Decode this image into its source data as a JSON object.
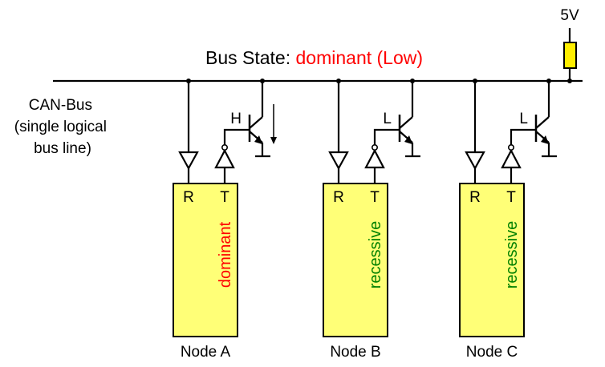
{
  "title": {
    "prefix": "Bus State: ",
    "state": "dominant (Low)",
    "state_color": "#ff0000"
  },
  "supply": {
    "label": "5V",
    "resistor_color": "#ffee00"
  },
  "bus": {
    "label_lines": [
      "CAN-Bus",
      "(single logical",
      "bus line)"
    ]
  },
  "nodes": [
    {
      "name": "Node A",
      "rx_label": "R",
      "tx_label": "T",
      "tx_level": "H",
      "state": "dominant",
      "state_color": "#ff0000",
      "current_arrow": true
    },
    {
      "name": "Node B",
      "rx_label": "R",
      "tx_label": "T",
      "tx_level": "L",
      "state": "recessive",
      "state_color": "#008000",
      "current_arrow": false
    },
    {
      "name": "Node C",
      "rx_label": "R",
      "tx_label": "T",
      "tx_level": "L",
      "state": "recessive",
      "state_color": "#008000",
      "current_arrow": false
    }
  ],
  "colors": {
    "node_fill": "#ffff77",
    "line": "#000000"
  }
}
